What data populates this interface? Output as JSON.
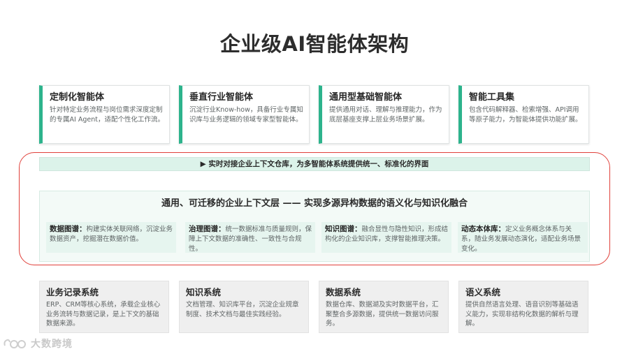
{
  "title": "企业级AI智能体架构",
  "agents": [
    {
      "title": "定制化智能体",
      "desc": "针对特定业务流程与岗位需求深度定制的专属AI Agent，适配个性化工作流。"
    },
    {
      "title": "垂直行业智能体",
      "desc": "沉淀行业Know-how，具备行业专属知识库与业务逻辑的领域专家型智能体。"
    },
    {
      "title": "通用型基础智能体",
      "desc": "提供通用对话、理解与推理能力，作为底层基座支撑上层业务场景扩展。"
    },
    {
      "title": "智能工具集",
      "desc": "包含代码解释器、检索增强、API调用等原子能力，为智能体提供功能扩展。"
    }
  ],
  "banner": "▶ 实时对接企业上下文仓库，为多智能体系统提供统一、标准化的界面",
  "context_layer": {
    "title": "通用、可迁移的企业上下文层 —— 实现多源异构数据的语义化与知识化融合",
    "graphs": [
      {
        "name": "数据图谱：",
        "desc": "构建实体关联网络，沉淀业务数据资产，挖掘潜在数据价值。"
      },
      {
        "name": "治理图谱：",
        "desc": "统一数据标准与质量规则，保障上下文数据的准确性、一致性与合规性。"
      },
      {
        "name": "知识图谱：",
        "desc": "融合显性与隐性知识，形成结构化的企业知识库，支撑智能推理决策。"
      },
      {
        "name": "动态本体库：",
        "desc": "定义业务概念体系与关系，随业务发展动态演化，适配业务场景变化。"
      }
    ]
  },
  "systems": [
    {
      "title": "业务记录系统",
      "desc": "ERP、CRM等核心系统，承载企业核心业务流转与数据记录，是上下文的基础数据来源。"
    },
    {
      "title": "知识系统",
      "desc": "文档管理、知识库平台，沉淀企业规章制度、技术文档与最佳实践经验。"
    },
    {
      "title": "数据系统",
      "desc": "数据仓库、数据湖及实时数据平台，汇聚整合多源数据，提供统一数据访问服务。"
    },
    {
      "title": "语义系统",
      "desc": "提供自然语言处理、语音识别等基础语义能力，实现非结构化数据的解析与理解。"
    }
  ],
  "watermark": {
    "text": "大数跨境"
  },
  "colors": {
    "accent": "#2db38c",
    "highlight": "#e0403a",
    "banner_bg": "#dcf3ea"
  }
}
